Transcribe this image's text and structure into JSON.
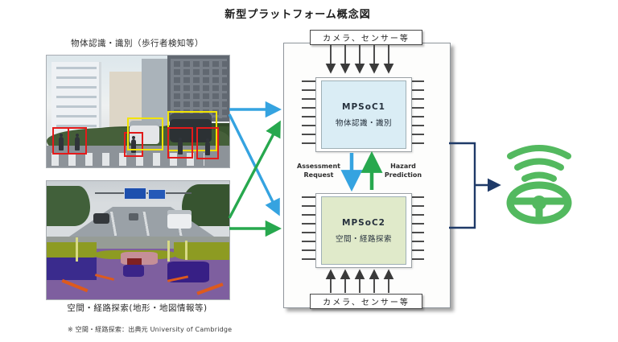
{
  "title": "新型プラットフォーム概念図",
  "left_column": {
    "object_detection_label": "物体認識・識別（歩行者検知等）",
    "route_search_label": "空間・経路探索(地形・地図情報等)",
    "source_note": "※ 空間・経路探索：出典元 University of Cambridge"
  },
  "diagram": {
    "camera_sensor_top": "カメラ、センサー等",
    "camera_sensor_bottom": "カメラ、センサー等",
    "mpsoc1": {
      "title": "MPSoC1",
      "subtitle": "物体認識・識別"
    },
    "mpsoc2": {
      "title": "MPSoC2",
      "subtitle": "空間・経路探索"
    },
    "assessment_request": {
      "line1": "Assessment",
      "line2": "Request"
    },
    "hazard_prediction": {
      "line1": "Hazard",
      "line2": "Prediction"
    }
  },
  "icons": {
    "steering_wheel": "steering-wheel-with-signal-icon",
    "camera_arrows": "sensor-input-arrows"
  },
  "colors": {
    "blue_arrow": "#35a3e0",
    "green_arrow": "#27a84e",
    "navy_line": "#1f3a68",
    "detection_box_red": "#e51a1a",
    "detection_box_yellow": "#f2e400",
    "mpsoc1_fill": "#daedf5",
    "mpsoc2_fill": "#e0eaca",
    "wheel_green": "#53b95f"
  }
}
